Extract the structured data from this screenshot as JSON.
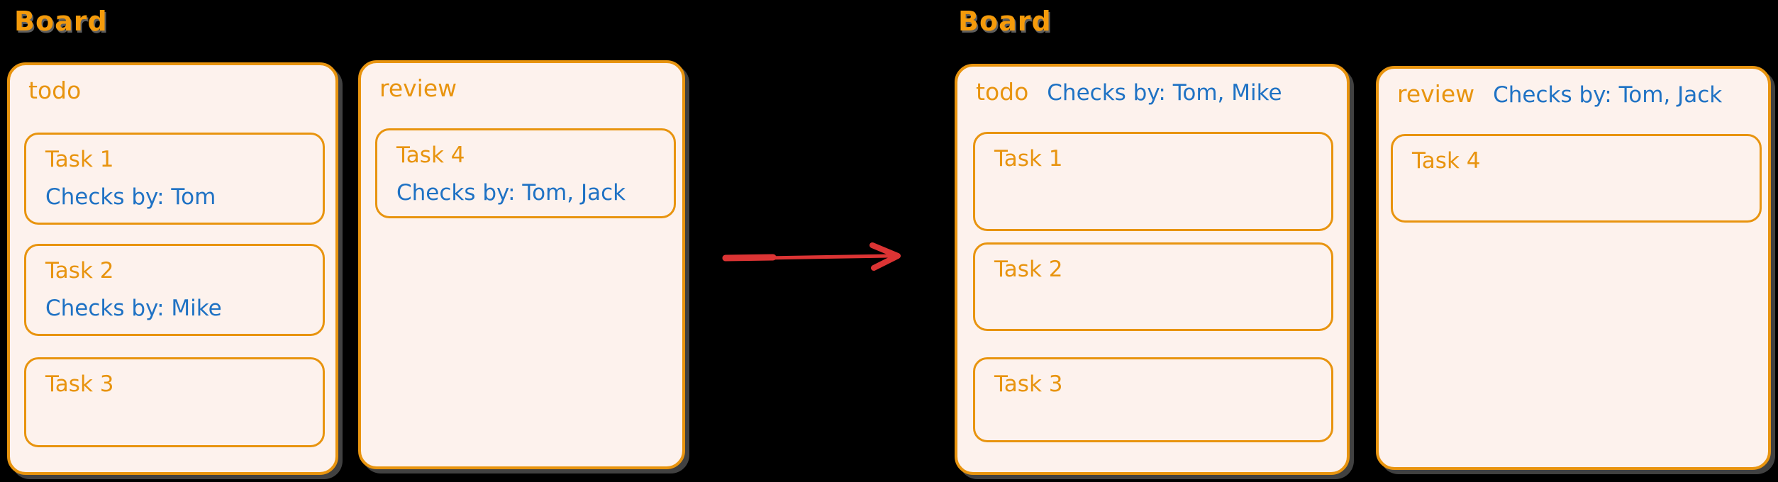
{
  "page": {
    "background": "#000000"
  },
  "colors": {
    "orange_stroke": "#e8940f",
    "orange_title": "#f59b0b",
    "panel_fill": "#fdf2ed",
    "blue_text": "#1f72c4",
    "arrow_red": "#dc3434"
  },
  "before": {
    "title": "Board",
    "columns": [
      {
        "name": "todo",
        "cards": [
          {
            "title": "Task 1",
            "checks": "Checks by: Tom"
          },
          {
            "title": "Task 2",
            "checks": "Checks by: Mike"
          },
          {
            "title": "Task 3"
          }
        ]
      },
      {
        "name": "review",
        "cards": [
          {
            "title": "Task 4",
            "checks": "Checks by: Tom, Jack"
          }
        ]
      }
    ]
  },
  "after": {
    "title": "Board",
    "columns": [
      {
        "name": "todo",
        "checks_header": "Checks by: Tom, Mike",
        "cards": [
          {
            "title": "Task 1"
          },
          {
            "title": "Task 2"
          },
          {
            "title": "Task 3"
          }
        ]
      },
      {
        "name": "review",
        "checks_header": "Checks by: Tom, Jack",
        "cards": [
          {
            "title": "Task 4"
          }
        ]
      }
    ]
  },
  "arrow": {
    "color": "#dc3434"
  }
}
